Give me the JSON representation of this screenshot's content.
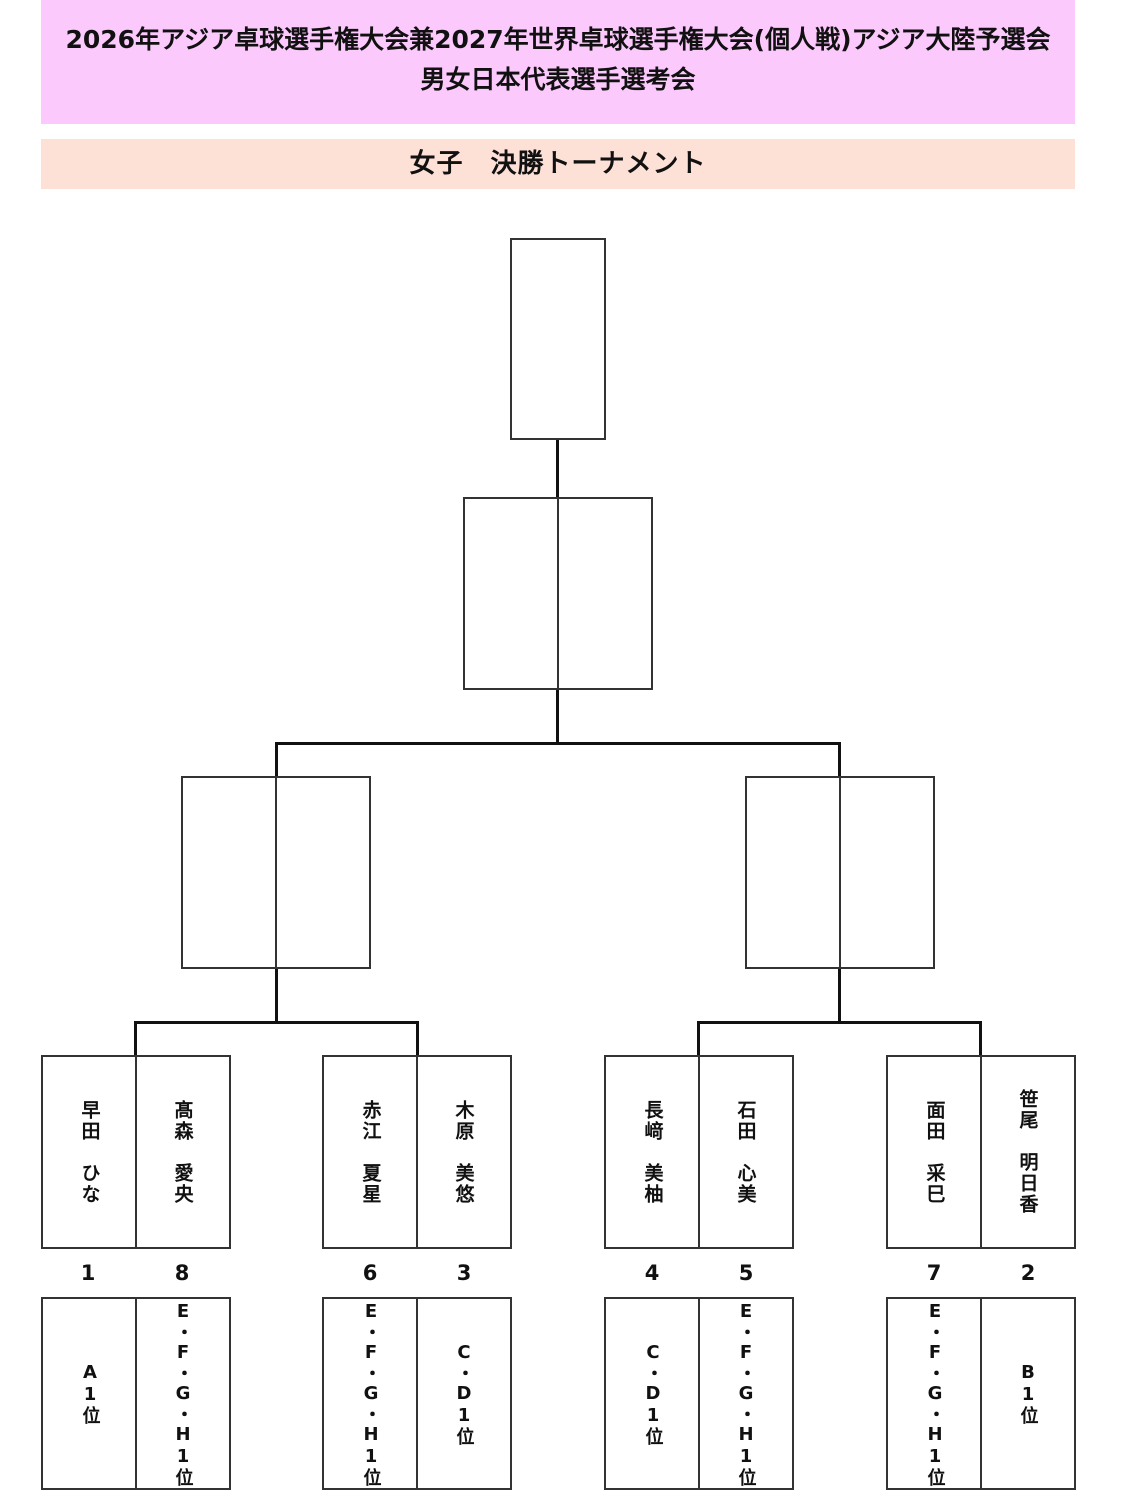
{
  "header": {
    "title_line1": "2026年アジア卓球選手権大会兼2027年世界卓球選手権大会(個人戦)アジア大陸予選会",
    "title_line2": "男女日本代表選手選考会",
    "subtitle": "女子　決勝トーナメント"
  },
  "bracket": {
    "players": [
      {
        "name": "早田　ひな",
        "seed": "1",
        "qualification": "A1位"
      },
      {
        "name": "髙森　愛央",
        "seed": "8",
        "qualification": "E・F・G・H1位"
      },
      {
        "name": "赤江　夏星",
        "seed": "6",
        "qualification": "E・F・G・H1位"
      },
      {
        "name": "木原　美悠",
        "seed": "3",
        "qualification": "C・D1位"
      },
      {
        "name": "長﨑　美柚",
        "seed": "4",
        "qualification": "C・D1位"
      },
      {
        "name": "石田　心美",
        "seed": "5",
        "qualification": "E・F・G・H1位"
      },
      {
        "name": "面田　采巳",
        "seed": "7",
        "qualification": "E・F・G・H1位"
      },
      {
        "name": "笹尾　明日香",
        "seed": "2",
        "qualification": "B1位"
      }
    ]
  },
  "colors": {
    "title_banner_bg": "#fcc9fc",
    "subtitle_banner_bg": "#fde0d6",
    "line": "#111111"
  }
}
